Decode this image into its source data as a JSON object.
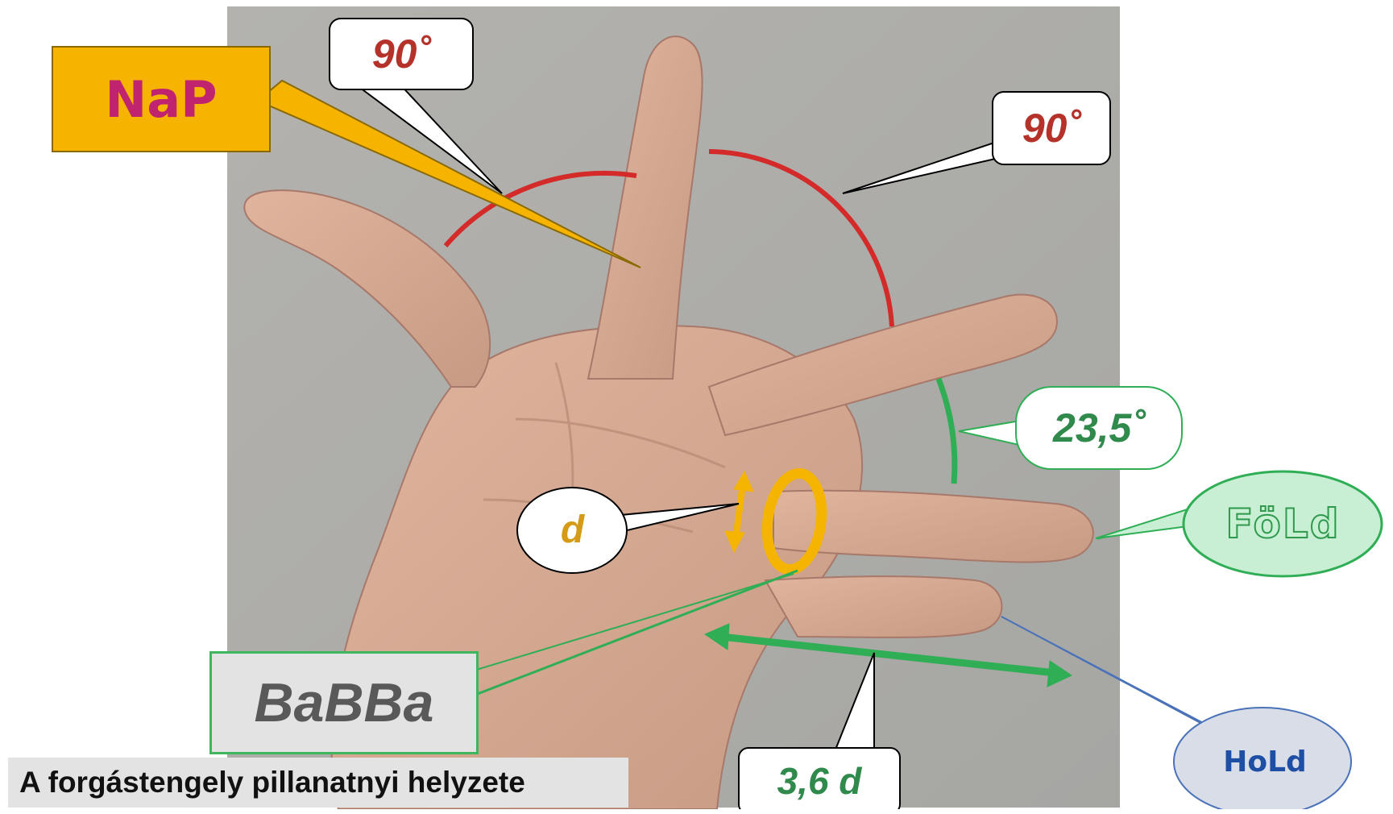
{
  "labels": {
    "sun": "NaP",
    "angle_left": "90˚",
    "angle_right": "90˚",
    "tilt_angle": "23,5˚",
    "diameter": "d",
    "earth": "FöLd",
    "moon": "HoLd",
    "moon_ring": "BaBBa",
    "distance": "3,6 d",
    "caption": "A forgástengely pillanatnyi helyzete"
  },
  "colors": {
    "right_angle_arcs": "#d42a2a",
    "tilt_and_distance": "#2fae55",
    "ring": "#f4b400",
    "sun_box": "#f6b400",
    "sun_text": "#c0246f"
  }
}
